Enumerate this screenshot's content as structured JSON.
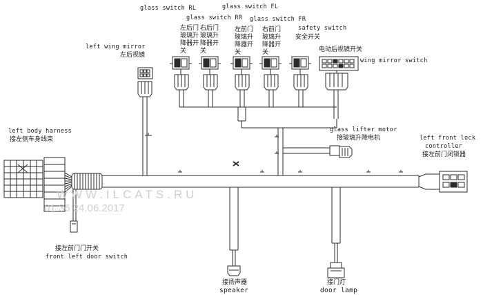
{
  "labels": {
    "glass_switch_rl": {
      "en": "glass switch RL",
      "cn": "左后门玻璃升降器开关"
    },
    "glass_switch_rr": {
      "en": "glass switch RR",
      "cn": "右后门玻璃升降器开关"
    },
    "glass_switch_fl": {
      "en": "glass switch FL",
      "cn": "左前门玻璃升降器开关"
    },
    "glass_switch_fr": {
      "en": "glass switch FR",
      "cn": "右前门玻璃升降器开关"
    },
    "safety_switch": {
      "en": "safety switch",
      "cn": "安全开关"
    },
    "left_wing_mirror": {
      "en": "left wing mirror",
      "cn": "左后视镜"
    },
    "wing_mirror_switch": {
      "en": "wing mirror switch",
      "cn": "电动后视镜开关"
    },
    "left_body_harness": {
      "en": "left body harness",
      "cn": "接左侧车身线束"
    },
    "glass_lifter_motor": {
      "en": "glass lifter motor",
      "cn": "接玻璃升降电机"
    },
    "left_front_lock_controller": {
      "en_line1": "left front lock",
      "en_line2": "controller",
      "cn": "接左前门闭锁器"
    },
    "front_left_door_switch": {
      "en": "front left door switch",
      "cn": "接左前门门开关"
    },
    "speaker": {
      "en": "speaker",
      "cn": "接扬声器"
    },
    "door_lamp": {
      "en": "door lamp",
      "cn": "接门灯"
    }
  },
  "watermark": {
    "site": "WWW.ILCATS.RU",
    "stamp": "01:36 24.06.2017"
  },
  "colors": {
    "line": "#2a2a2a",
    "background": "#ffffff",
    "watermark": "#cfcfcf"
  }
}
